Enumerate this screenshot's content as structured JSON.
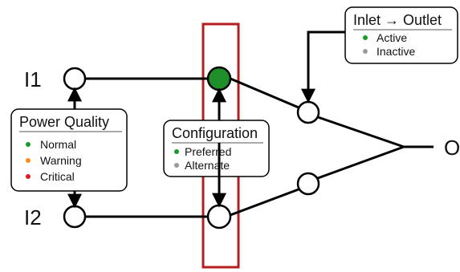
{
  "ports": {
    "input1": "I1",
    "input2": "I2",
    "output": "O"
  },
  "power_quality": {
    "title": "Power Quality",
    "items": [
      {
        "label": "Normal",
        "color": "#1a9a2a"
      },
      {
        "label": "Warning",
        "color": "#ff8c1a"
      },
      {
        "label": "Critical",
        "color": "#e01b1b"
      }
    ]
  },
  "configuration": {
    "title": "Configuration",
    "items": [
      {
        "label": "Preferred",
        "color": "#1a9a2a"
      },
      {
        "label": "Alternate",
        "color": "#9a9a9a"
      }
    ]
  },
  "inlet_outlet": {
    "title": "Inlet → Outlet",
    "items": [
      {
        "label": "Active",
        "color": "#1a9a2a"
      },
      {
        "label": "Inactive",
        "color": "#9a9a9a"
      }
    ]
  },
  "colors": {
    "preferred_node": "#1f8f2a",
    "selection_box": "#b51f1f",
    "line": "#000000"
  }
}
